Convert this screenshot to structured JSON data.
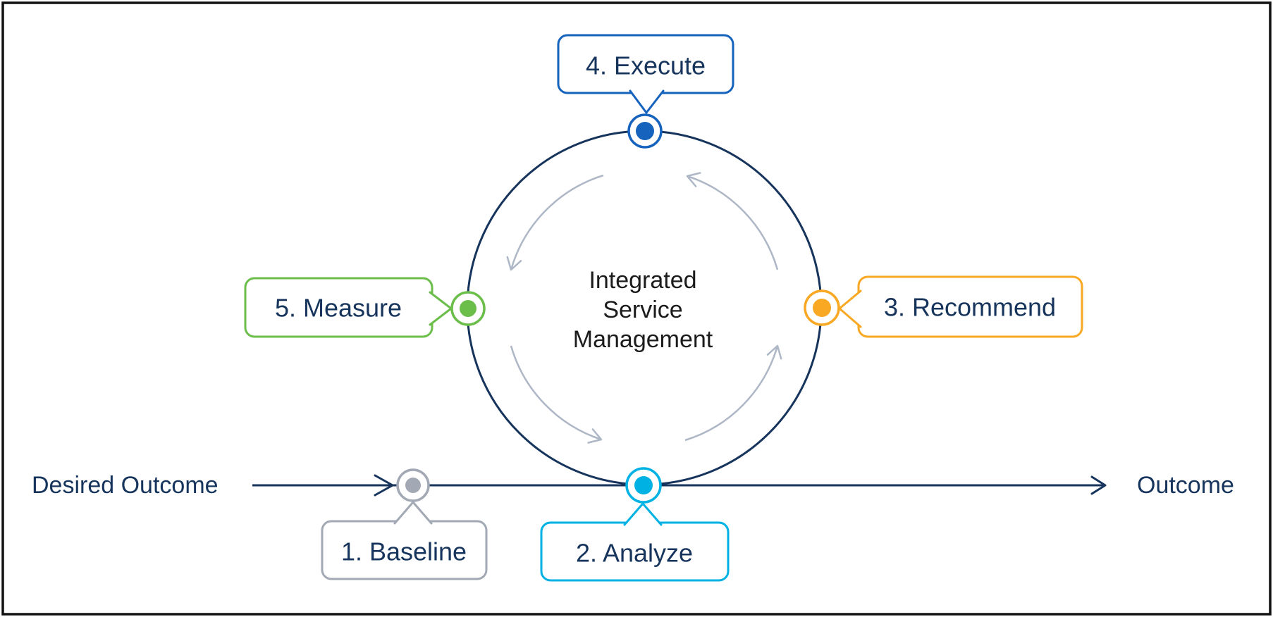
{
  "diagram": {
    "center_lines": [
      "Integrated",
      "Service",
      "Management"
    ],
    "flow": {
      "start_label": "Desired Outcome",
      "end_label": "Outcome"
    },
    "steps": [
      {
        "id": "baseline",
        "label": "1. Baseline",
        "color": "#A2A9B4"
      },
      {
        "id": "analyze",
        "label": "2. Analyze",
        "color": "#00B2E3"
      },
      {
        "id": "recommend",
        "label": "3. Recommend",
        "color": "#F8A823"
      },
      {
        "id": "execute",
        "label": "4. Execute",
        "color": "#1663BE"
      },
      {
        "id": "measure",
        "label": "5. Measure",
        "color": "#6CBE4B"
      }
    ],
    "colors": {
      "navy": "#16345C",
      "blue": "#1663BE",
      "cyan": "#00B2E3",
      "green": "#6CBE4B",
      "orange": "#F8A823",
      "gray": "#A2A9B4",
      "arrow_gray": "#AEB7C6",
      "center_text": "#1B1B1B",
      "frame": "#111111",
      "background": "#FFFFFF"
    }
  }
}
